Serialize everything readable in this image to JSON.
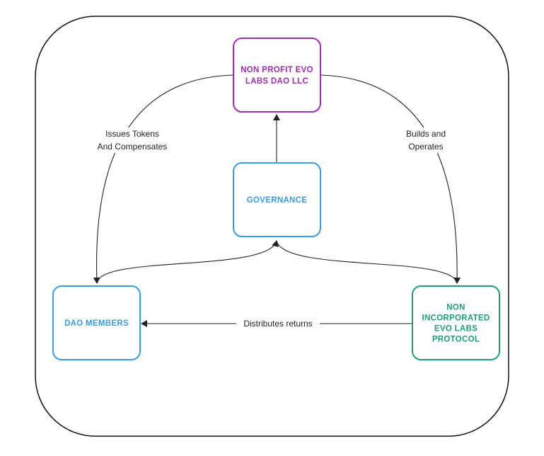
{
  "colors": {
    "llc": "#9b2fae",
    "governance": "#3b9be0",
    "members": "#3b9be0",
    "protocol": "#1f9d74",
    "line": "#222222",
    "frame": "#111111"
  },
  "nodes": {
    "llc": [
      "NON PROFIT EVO",
      "LABS DAO LLC"
    ],
    "governance": [
      "GOVERNANCE"
    ],
    "members": [
      "DAO MEMBERS"
    ],
    "protocol": [
      "NON",
      "INCORPORATED",
      "EVO LABS",
      "PROTOCOL"
    ]
  },
  "edges": {
    "issues": [
      "Issues Tokens",
      "And Compensates"
    ],
    "builds": [
      "Builds and",
      "Operates"
    ],
    "distributes": [
      "Distributes returns"
    ]
  }
}
